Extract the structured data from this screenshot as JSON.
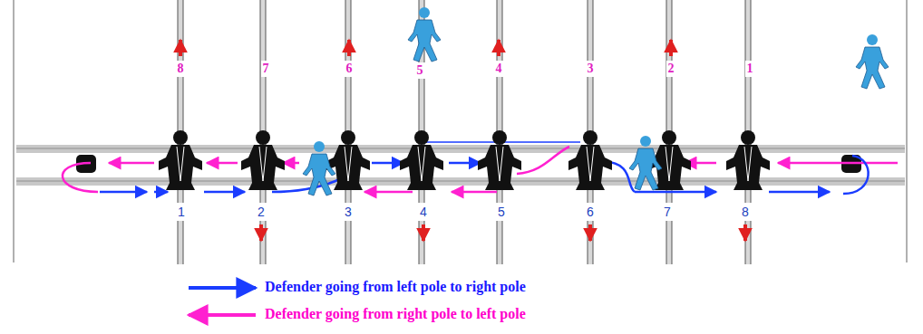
{
  "diagram": {
    "labels": [
      "8",
      "7",
      "6",
      "5",
      "4",
      "3",
      "2",
      "1",
      "1",
      "2",
      "3",
      "4",
      "5",
      "6",
      "7",
      "8"
    ],
    "legend": [
      {
        "text": "Defender going from left pole to right pole"
      },
      {
        "text": "Defender going from right pole to left pole"
      }
    ]
  }
}
